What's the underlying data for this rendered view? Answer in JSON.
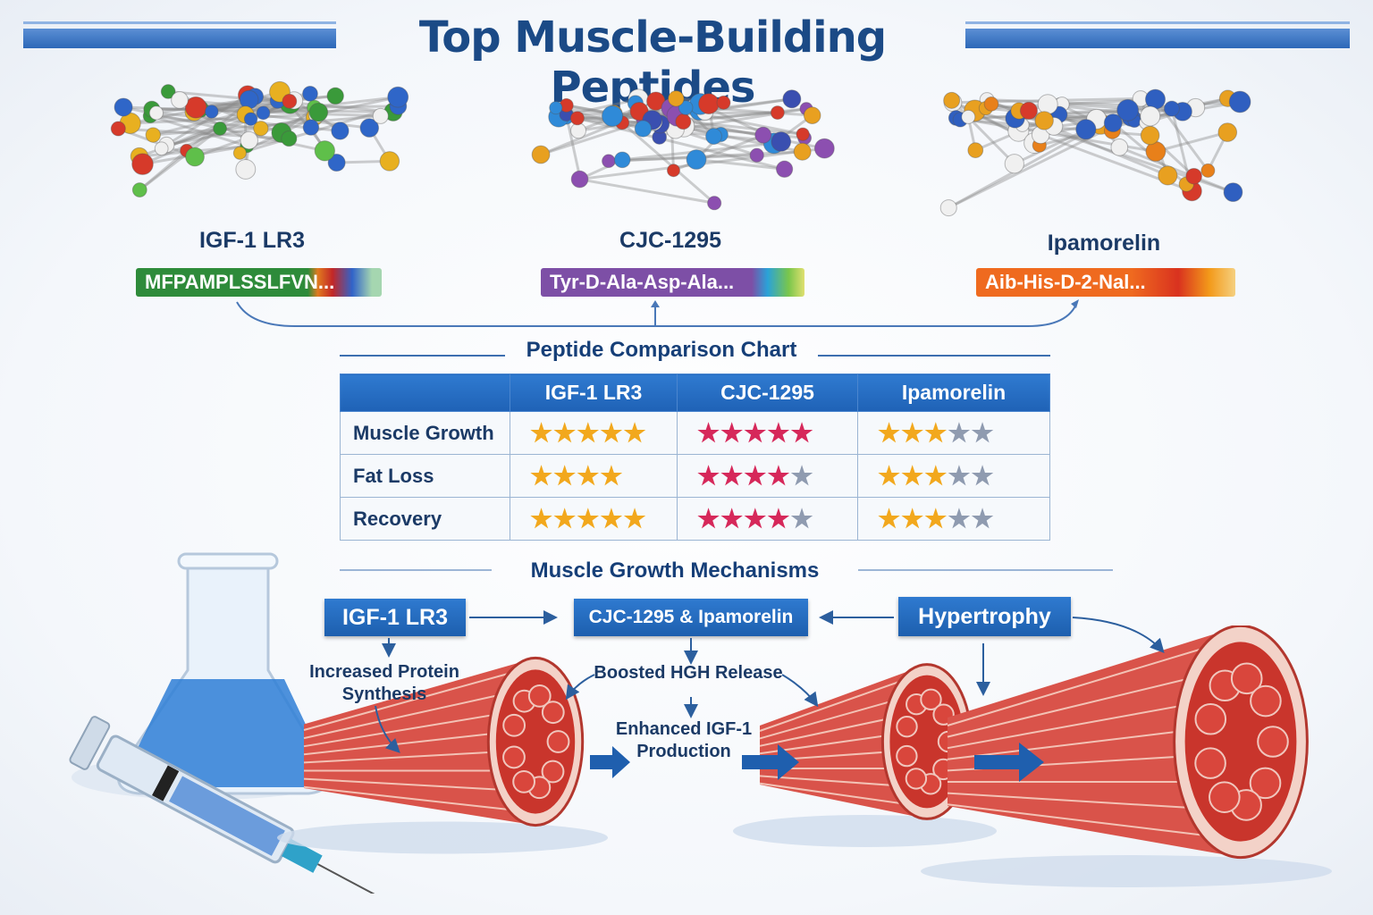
{
  "title": "Top Muscle-Building Peptides",
  "peptides": [
    {
      "name": "IGF-1 LR3",
      "sequence": "MFPAMPLSSLFVN...",
      "color": "#2e8b3a"
    },
    {
      "name": "CJC-1295",
      "sequence": "Tyr-D-Ala-Asp-Ala...",
      "color": "#7d4fa6"
    },
    {
      "name": "Ipamorelin",
      "sequence": "Aib-His-D-2-Nal...",
      "color": "#ef6a1f"
    }
  ],
  "comparison": {
    "title": "Peptide Comparison Chart",
    "columns": [
      "",
      "IGF-1 LR3",
      "CJC-1295",
      "Ipamorelin"
    ],
    "rows": [
      {
        "label": "Muscle Growth",
        "ratings": [
          {
            "filled": 5,
            "shown": 5
          },
          {
            "filled": 5,
            "shown": 5
          },
          {
            "filled": 3,
            "shown": 5
          }
        ]
      },
      {
        "label": "Fat Loss",
        "ratings": [
          {
            "filled": 4,
            "shown": 4
          },
          {
            "filled": 4,
            "shown": 5
          },
          {
            "filled": 3,
            "shown": 5
          }
        ]
      },
      {
        "label": "Recovery",
        "ratings": [
          {
            "filled": 5,
            "shown": 5
          },
          {
            "filled": 4,
            "shown": 5
          },
          {
            "filled": 3,
            "shown": 5
          }
        ]
      }
    ],
    "star_colors": [
      "#f2a81d",
      "#d6285a",
      "#f2a81d"
    ],
    "empty_star_color": "#8f9bb0"
  },
  "mechanisms": {
    "title": "Muscle Growth Mechanisms",
    "boxes": [
      "IGF-1 LR3",
      "CJC-1295 & Ipamorelin",
      "Hypertrophy"
    ],
    "labels": {
      "protein_line1": "Increased Protein",
      "protein_line2": "Synthesis",
      "hgh": "Boosted HGH Release",
      "igf_line1": "Enhanced IGF-1",
      "igf_line2": "Production"
    }
  }
}
